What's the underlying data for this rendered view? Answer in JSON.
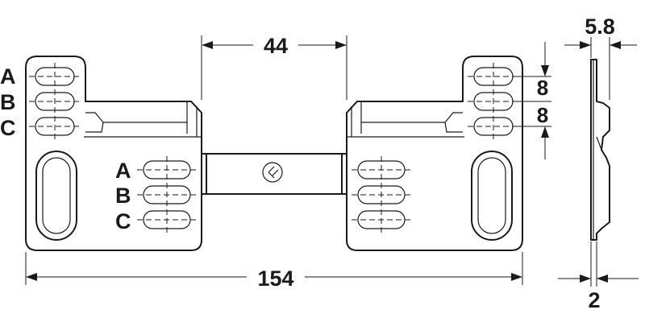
{
  "dimensions": {
    "centre_gap": "44",
    "overall_width": "154",
    "slot_pitch_upper": "8",
    "slot_pitch_lower": "8",
    "thickness_top": "5.8",
    "thickness_bottom": "2"
  },
  "slot_labels": {
    "left_a": "A",
    "left_b": "B",
    "left_c": "C",
    "inner_a": "A",
    "inner_b": "B",
    "inner_c": "C"
  },
  "colors": {
    "line": "#1a1a1a",
    "background": "#ffffff"
  }
}
